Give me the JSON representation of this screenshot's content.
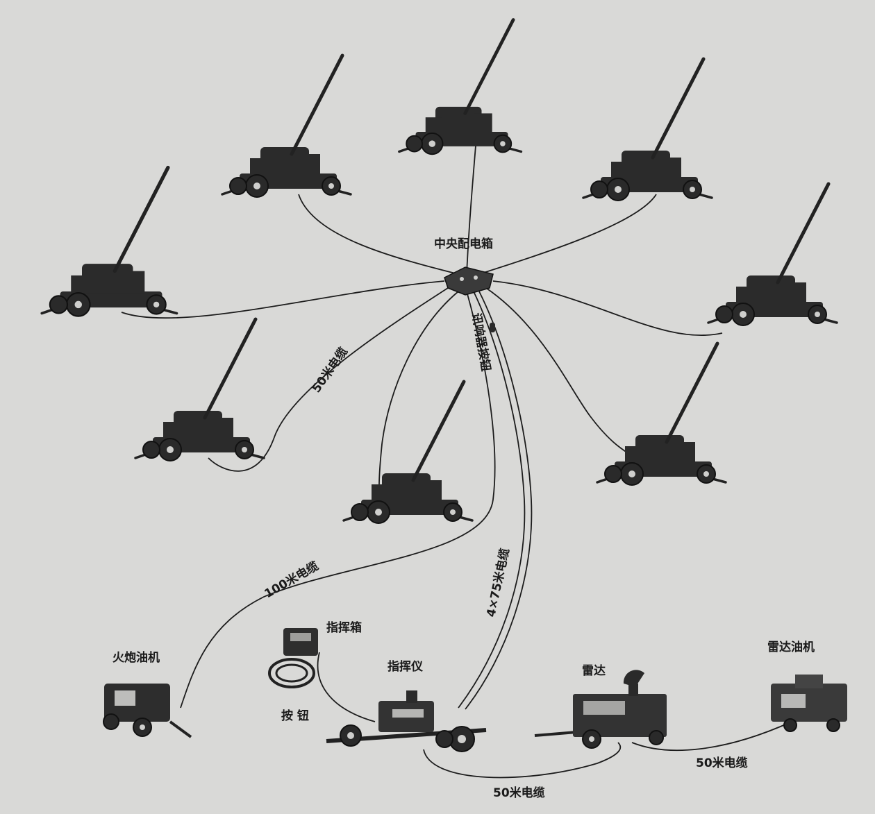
{
  "labels": {
    "central_box": "中央配电箱",
    "buzzer_button": "讯响器按钮",
    "cable_50_left": "50米电缆",
    "cable_100": "100米电缆",
    "cable_4x75": "4×75米电缆",
    "gun_generator": "火炮油机",
    "command_box": "指挥箱",
    "director": "指挥仪",
    "button": "按 钮",
    "radar": "雷达",
    "radar_generator": "雷达油机",
    "cable_50_right": "50米电缆",
    "cable_50_bottom": "50米电缆"
  },
  "colors": {
    "background": "#d9d9d7",
    "ink": "#1c1c1c"
  },
  "icons": [
    "anti-aircraft-gun-icon",
    "central-box-icon",
    "generator-icon",
    "command-box-icon",
    "director-icon",
    "radar-icon"
  ]
}
